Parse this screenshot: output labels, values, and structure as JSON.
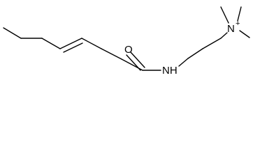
{
  "molecule": {
    "atoms": {
      "oxygen": "O",
      "amide_nh": "NH",
      "ammonium_n": "N",
      "charge": "+"
    }
  }
}
